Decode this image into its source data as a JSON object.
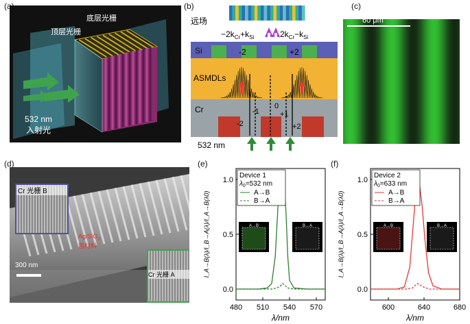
{
  "panels": {
    "a": {
      "label": "(a)",
      "top_grating": "顶层光栅",
      "bottom_grating": "底层光栅",
      "wavelength": "532 nm",
      "incident": "入射光"
    },
    "b": {
      "label": "(b)",
      "far_field": "远场",
      "order_left": "−2k",
      "order_left_sub1": "Cr",
      "order_left_mid": "+k",
      "order_left_sub2": "Si",
      "order_right": "2k",
      "order_right_sub1": "Cr",
      "order_right_mid": "−k",
      "order_right_sub2": "Si",
      "si": "Si",
      "asmdls": "ASMDLs",
      "cr": "Cr",
      "wavelength": "532 nm",
      "order_m2_top": "-2",
      "order_p2_top": "+2",
      "order_m2": "-2",
      "order_m1": "-1",
      "order_0": "0",
      "order_p1": "+1",
      "order_p2": "+2"
    },
    "c": {
      "label": "(c)",
      "scalebar": "60 μm"
    },
    "d": {
      "label": "(d)",
      "inset_top": "Cr  光栅  B",
      "material": "Ag/SiO",
      "material_sub": "2",
      "material2": "超材料",
      "scalebar": "300 nm",
      "inset_bottom": "Cr  光栅  A"
    },
    "e": {
      "label": "(e)",
      "device": "Device 1",
      "lambda": "λ",
      "lambda_sub": "0",
      "lambda_val": "=532 nm",
      "legend_ab": "A→B",
      "legend_ba": "B→A",
      "inset_ab": "A→B",
      "inset_ba": "B→A",
      "xlabel": "λ/nm",
      "ylabel": "I_A→B(λ)/I_B→A(λ)/I_A→B(λ0)"
    },
    "f": {
      "label": "(f)",
      "device": "Device 2",
      "lambda": "λ",
      "lambda_sub": "0",
      "lambda_val": "=633 nm",
      "legend_ab": "A→B",
      "legend_ba": "B→A",
      "inset_ab": "A→B",
      "inset_ba": "B→A",
      "xlabel": "λ/nm",
      "ylabel": "I_A→B(λ)/I_B→A(λ)/I_A→B(λ0)"
    }
  },
  "colors": {
    "device1": "#2e7d32",
    "device2": "#e53935",
    "si_blue": "#5b5fb5",
    "si_green": "#4caf50",
    "asmdl": "#f2b233",
    "cr_gray": "#9aa3a8",
    "cr_red": "#c0392b",
    "arrow_green": "#2e8b3a"
  },
  "chart_data": [
    {
      "type": "line",
      "panel": "e",
      "xlim": [
        480,
        580
      ],
      "ylim": [
        -0.1,
        1.1
      ],
      "xticks": [
        480,
        510,
        540,
        570
      ],
      "yticks": [
        0.0,
        0.5,
        1.0
      ],
      "xlabel": "λ/nm",
      "series": [
        {
          "name": "A→B",
          "x": [
            480,
            505,
            515,
            520,
            524,
            527,
            530,
            532,
            534,
            536,
            538,
            540,
            545,
            560,
            580
          ],
          "y": [
            0.0,
            0.0,
            0.01,
            0.05,
            0.3,
            0.75,
            0.9,
            1.0,
            0.95,
            0.7,
            0.3,
            0.08,
            0.01,
            0.0,
            0.0
          ]
        },
        {
          "name": "B→A",
          "x": [
            480,
            520,
            526,
            530,
            532,
            534,
            538,
            545,
            580
          ],
          "y": [
            0.0,
            0.0,
            0.01,
            0.03,
            0.05,
            0.04,
            0.01,
            0.0,
            0.0
          ]
        }
      ]
    },
    {
      "type": "line",
      "panel": "f",
      "xlim": [
        580,
        680
      ],
      "ylim": [
        -0.1,
        1.1
      ],
      "xticks": [
        600,
        640,
        680
      ],
      "yticks": [
        0.0,
        0.5,
        1.0
      ],
      "xlabel": "λ/nm",
      "series": [
        {
          "name": "A→B",
          "x": [
            580,
            610,
            618,
            624,
            628,
            631,
            633,
            635,
            638,
            641,
            645,
            650,
            660,
            680
          ],
          "y": [
            0.0,
            0.0,
            0.02,
            0.2,
            0.6,
            0.9,
            1.0,
            0.95,
            0.75,
            0.45,
            0.15,
            0.03,
            0.0,
            0.0
          ]
        },
        {
          "name": "B→A",
          "x": [
            580,
            620,
            627,
            631,
            633,
            635,
            639,
            646,
            680
          ],
          "y": [
            0.0,
            0.0,
            0.01,
            0.04,
            0.05,
            0.04,
            0.02,
            0.0,
            0.0
          ]
        }
      ]
    }
  ]
}
